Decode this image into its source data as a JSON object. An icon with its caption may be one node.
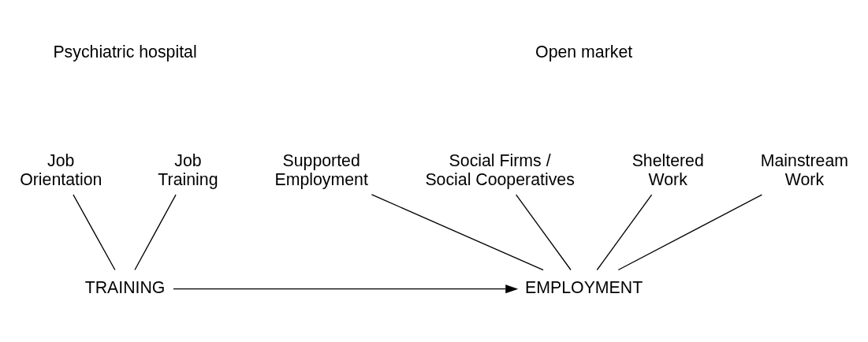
{
  "diagram": {
    "nodes": [
      {
        "text": [
          "Job Orientation"
        ]
      },
      {
        "text": [
          "Job Training"
        ]
      },
      {
        "text": [
          "Supported Employment"
        ]
      },
      {
        "text": [
          "Social Firms / Social Cooperatives"
        ]
      },
      {
        "text": [
          "Sheltered Work"
        ]
      },
      {
        "text": [
          "Mainstream Work"
        ]
      },
      {
        "text": [
          "TRAINING"
        ]
      },
      {
        "text": [
          "EMPLOYMENT"
        ]
      }
    ],
    "edges": [
      {
        "from": 0,
        "to": 6,
        "arrow": "none"
      },
      {
        "from": 1,
        "to": 6,
        "arrow": "none"
      },
      {
        "from": 4,
        "to": 7,
        "arrow": "none"
      },
      {
        "from": 2,
        "to": 7,
        "arrow": "none"
      },
      {
        "from": 3,
        "to": 7,
        "arrow": "none"
      },
      {
        "from": 5,
        "to": 7,
        "arrow": "none"
      },
      {
        "from": 6,
        "to": 7,
        "arrow": "to"
      }
    ],
    "labels": [
      "Psychiatric hospital",
      "Open market"
    ]
  }
}
